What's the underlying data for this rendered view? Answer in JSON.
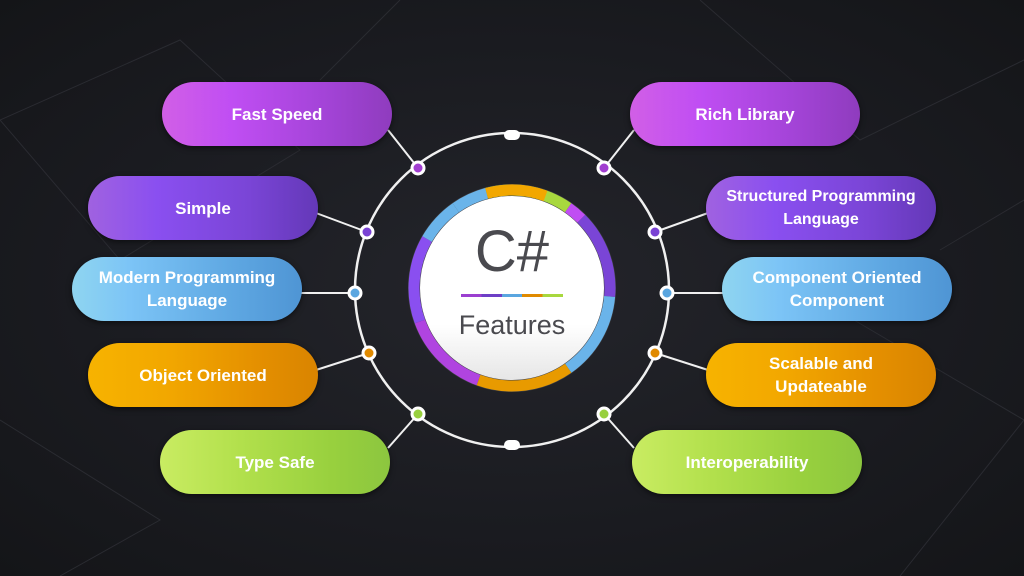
{
  "center": {
    "title": "C#",
    "subtitle": "Features"
  },
  "left_features": [
    {
      "label": "Fast Speed",
      "color": "#c04ef3"
    },
    {
      "label": "Simple",
      "color": "#8a4ff0"
    },
    {
      "label": "Modern Programming Language",
      "color": "#7cc4f6"
    },
    {
      "label": "Object Oriented",
      "color": "#f2a700"
    },
    {
      "label": "Type Safe",
      "color": "#b2e04c"
    }
  ],
  "right_features": [
    {
      "label": "Rich Library",
      "color": "#c04ef3"
    },
    {
      "label": "Structured Programming Language",
      "color": "#8a4ff0"
    },
    {
      "label": "Component Oriented Component",
      "color": "#7cc4f6"
    },
    {
      "label": "Scalable and Updateable",
      "color": "#f2a700"
    },
    {
      "label": "Interoperability",
      "color": "#b2e04c"
    }
  ]
}
